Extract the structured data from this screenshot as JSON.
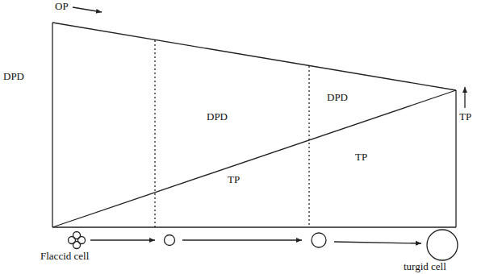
{
  "diagram": {
    "labels": [
      "OP",
      "DPD",
      "DPD",
      "DPD",
      "TP",
      "TP",
      "TP",
      "Flaccid cell",
      "turgid cell"
    ]
  }
}
